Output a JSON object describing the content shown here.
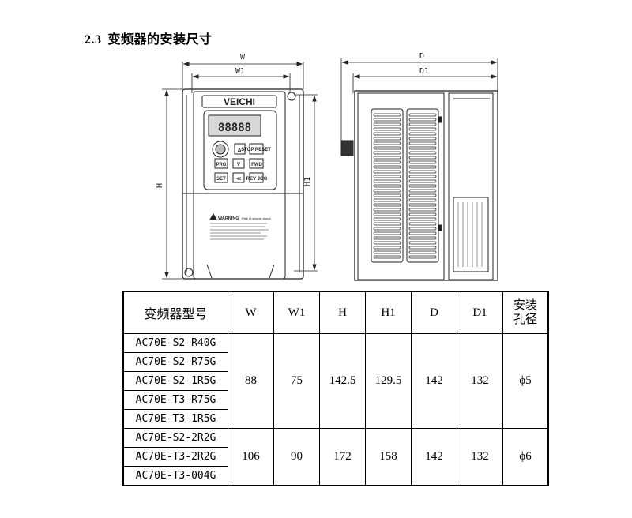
{
  "section": {
    "number": "2.3",
    "title": "变频器的安装尺寸"
  },
  "drawing": {
    "front_labels": {
      "w": "W",
      "w1": "W1",
      "h": "H",
      "h1": "H1"
    },
    "side_labels": {
      "d": "D",
      "d1": "D1"
    },
    "brand": "VEICHI",
    "display_digits": "88888",
    "keys": {
      "up": "Δ",
      "stop": "STOP\nRESET",
      "prg": "PRG",
      "down": "∇",
      "fwd": "FWD",
      "set": "SET",
      "shift": "≪",
      "rev": "REV\nJOG"
    },
    "warning_title": "WARNING",
    "warning_sub": "Risk of severe shock"
  },
  "table": {
    "headers": {
      "model": "变频器型号",
      "w": "W",
      "w1": "W1",
      "h": "H",
      "h1": "H1",
      "d": "D",
      "d1": "D1",
      "hole_line1": "安装",
      "hole_line2": "孔径"
    },
    "groups": [
      {
        "models": [
          "AC70E-S2-R40G",
          "AC70E-S2-R75G",
          "AC70E-S2-1R5G",
          "AC70E-T3-R75G",
          "AC70E-T3-1R5G"
        ],
        "w": "88",
        "w1": "75",
        "h": "142.5",
        "h1": "129.5",
        "d": "142",
        "d1": "132",
        "hole": "ϕ5"
      },
      {
        "models": [
          "AC70E-S2-2R2G",
          "AC70E-T3-2R2G",
          "AC70E-T3-004G"
        ],
        "w": "106",
        "w1": "90",
        "h": "172",
        "h1": "158",
        "d": "142",
        "d1": "132",
        "hole": "ϕ6"
      }
    ]
  }
}
